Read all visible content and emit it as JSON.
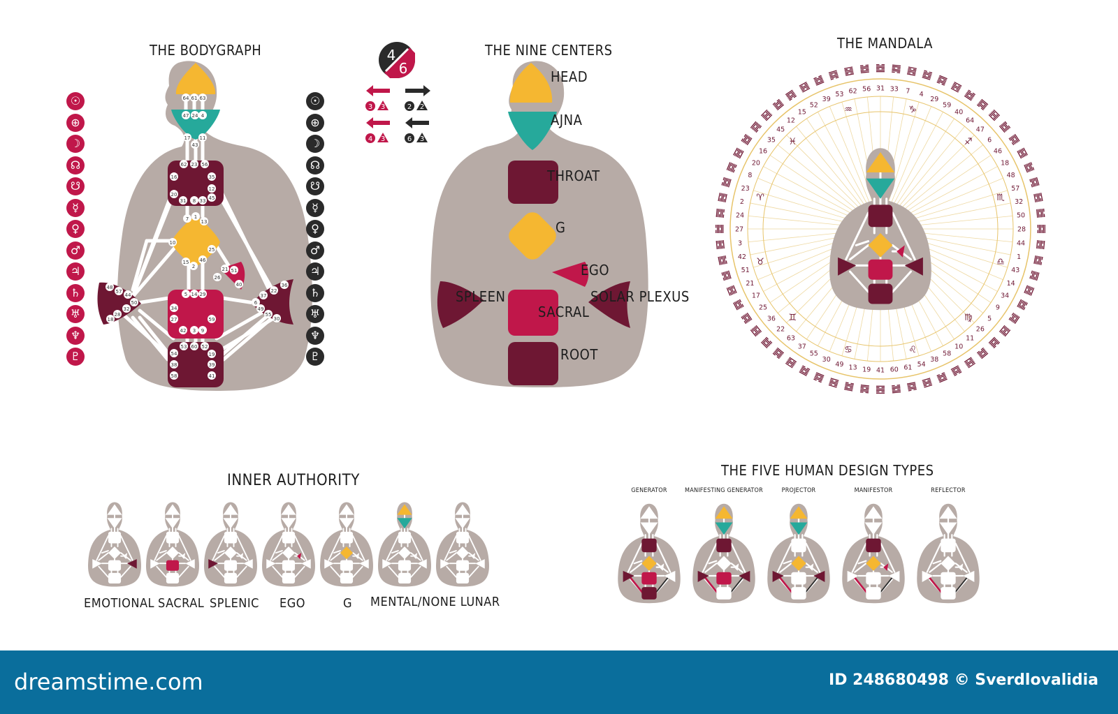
{
  "sections": {
    "bodygraph": "THE BODYGRAPH",
    "nine_centers": "THE NINE CENTERS",
    "mandala": "THE MANDALA",
    "inner_authority": "INNER AUTHORITY",
    "five_types": "THE FIVE HUMAN DESIGN TYPES"
  },
  "profile": {
    "top": "4",
    "bottom": "6"
  },
  "arrows": [
    {
      "dir": "left",
      "color": "#c0174a",
      "a": "3",
      "b": "3"
    },
    {
      "dir": "right",
      "color": "#2a2a2a",
      "a": "2",
      "b": "2"
    },
    {
      "dir": "left",
      "color": "#c0174a",
      "a": "4",
      "b": "3"
    },
    {
      "dir": "left",
      "color": "#2a2a2a",
      "a": "6",
      "b": "3"
    }
  ],
  "planets": [
    "☉",
    "⊕",
    "☽",
    "☊",
    "☋",
    "☿",
    "♀",
    "♂",
    "♃",
    "♄",
    "♅",
    "♆",
    "♇"
  ],
  "gates": {
    "head": [
      "64",
      "61",
      "63"
    ],
    "ajna": [
      "47",
      "24",
      "4",
      "17",
      "11",
      "43"
    ],
    "throat": [
      "62",
      "23",
      "56",
      "16",
      "35",
      "20",
      "12",
      "31",
      "8",
      "33",
      "45"
    ],
    "g": [
      "7",
      "1",
      "13",
      "10",
      "25",
      "15",
      "2",
      "46"
    ],
    "ego": [
      "21",
      "51",
      "26",
      "40"
    ],
    "spleen": [
      "48",
      "57",
      "44",
      "50",
      "32",
      "28",
      "18"
    ],
    "solar": [
      "36",
      "22",
      "37",
      "6",
      "49",
      "55",
      "30"
    ],
    "sacral": [
      "5",
      "14",
      "29",
      "34",
      "27",
      "59",
      "42",
      "3",
      "9"
    ],
    "root": [
      "53",
      "60",
      "52",
      "54",
      "19",
      "38",
      "39",
      "58",
      "41"
    ]
  },
  "centers": [
    "HEAD",
    "AJNA",
    "THROAT",
    "G",
    "EGO",
    "SPLEEN",
    "SACRAL",
    "SOLAR PLEXUS",
    "ROOT"
  ],
  "mandala_numbers": [
    "41",
    "19",
    "13",
    "49",
    "30",
    "55",
    "37",
    "63",
    "22",
    "36",
    "25",
    "17",
    "21",
    "51",
    "42",
    "3",
    "27",
    "24",
    "2",
    "23",
    "8",
    "20",
    "16",
    "35",
    "45",
    "12",
    "15",
    "52",
    "39",
    "53",
    "62",
    "56",
    "31",
    "33",
    "7",
    "4",
    "29",
    "59",
    "40",
    "64",
    "47",
    "6",
    "46",
    "18",
    "48",
    "57",
    "32",
    "50",
    "28",
    "44",
    "1",
    "43",
    "14",
    "34",
    "9",
    "5",
    "26",
    "11",
    "10",
    "58",
    "38",
    "54",
    "61",
    "60"
  ],
  "zodiac": [
    "♑",
    "♐",
    "♏",
    "♎",
    "♍",
    "♌",
    "♋",
    "♊",
    "♉",
    "♈",
    "♓",
    "♒"
  ],
  "authority": [
    "EMOTIONAL",
    "SACRAL",
    "SPLENIC",
    "EGO",
    "G",
    "MENTAL/NONE LUNAR"
  ],
  "types": [
    "GENERATOR",
    "MANIFESTING GENERATOR",
    "PROJECTOR",
    "MANIFESTOR",
    "REFLECTOR"
  ],
  "footer": {
    "brand": "dreamstime.com",
    "id": "ID 248680498 © Sverdlovalidia"
  },
  "colors": {
    "body": "#b7aba6",
    "head": "#f5b731",
    "ajna": "#26a99b",
    "throat": "#6e1733",
    "crimson": "#c0174a",
    "dark": "#2a2a2a",
    "footer": "#0a6e9c"
  }
}
